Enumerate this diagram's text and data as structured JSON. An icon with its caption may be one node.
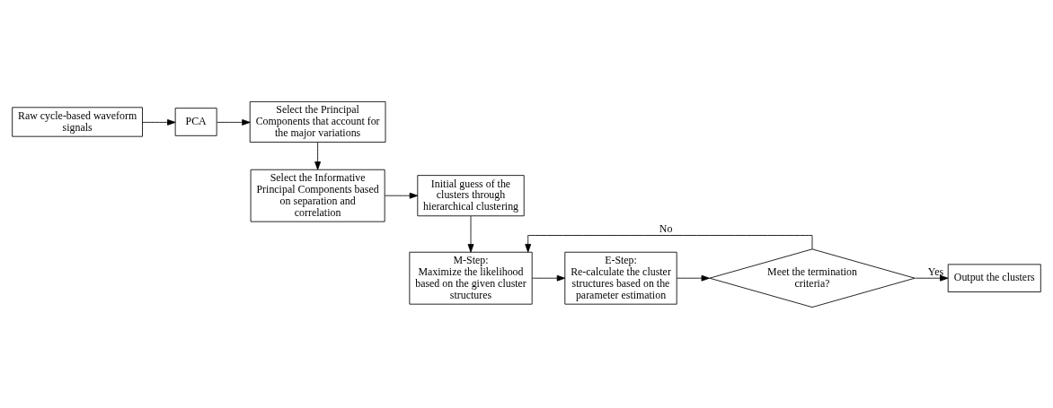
{
  "diagram": {
    "nodes": [
      {
        "text": [
          "Raw cycle-based waveform signals"
        ]
      },
      {
        "text": [
          "PCA"
        ]
      },
      {
        "text": [
          "Select the Principal Components that account for the major variations"
        ]
      },
      {
        "text": [
          "Select the Informative Principal Components based on separation and correlation"
        ]
      },
      {
        "text": [
          "Initial guess of the clusters through hierarchical clustering"
        ]
      },
      {
        "text": [
          "M-Step:",
          "Maximize the likelihood based on the given cluster structures"
        ]
      },
      {
        "text": [
          "E-Step:",
          "Re-calculate the cluster structures based on the parameter estimation"
        ]
      },
      {
        "text": [
          "Meet the termination criteria?"
        ]
      },
      {
        "text": [
          "Output the clusters"
        ]
      }
    ],
    "edges": [
      {
        "from": 0,
        "to": 1,
        "arrow": "to"
      },
      {
        "from": 1,
        "to": 2,
        "arrow": "to"
      },
      {
        "from": 2,
        "to": 3,
        "arrow": "to"
      },
      {
        "from": 3,
        "to": 4,
        "arrow": "to"
      },
      {
        "from": 4,
        "to": 5,
        "arrow": "to"
      },
      {
        "from": 5,
        "to": 6,
        "arrow": "to"
      },
      {
        "from": 6,
        "to": 7,
        "arrow": "to"
      },
      {
        "from": 7,
        "to": 8,
        "label": "Yes",
        "arrow": "to"
      },
      {
        "from": 7,
        "to": 5,
        "label": "No",
        "arrow": "to"
      }
    ]
  }
}
